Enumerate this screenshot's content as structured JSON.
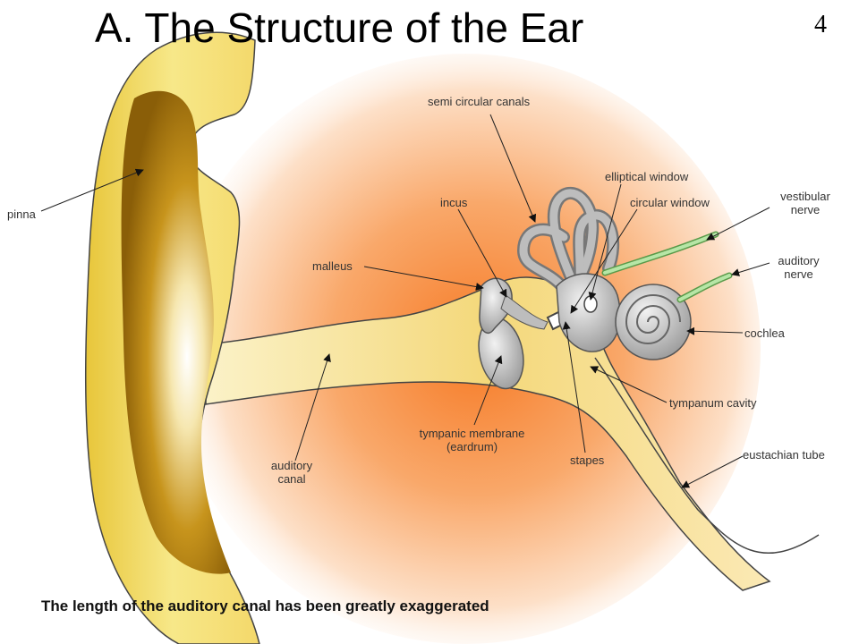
{
  "slide": {
    "title": "A.  The Structure of the Ear",
    "number": "4",
    "caption": "The length of the auditory canal has been greatly exaggerated"
  },
  "labels": {
    "pinna": "pinna",
    "semicircular_canals": "semi circular canals",
    "elliptical_window": "elliptical window",
    "incus": "incus",
    "circular_window": "circular window",
    "vestibular_nerve_1": "vestibular",
    "vestibular_nerve_2": "nerve",
    "malleus": "malleus",
    "auditory_nerve_1": "auditory",
    "auditory_nerve_2": "nerve",
    "cochlea": "cochlea",
    "tympanum_cavity": "tympanum cavity",
    "tympanic_membrane_1": "tympanic membrane",
    "tympanic_membrane_2": "(eardrum)",
    "stapes": "stapes",
    "eustachian_tube": "eustachian tube",
    "auditory_canal_1": "auditory",
    "auditory_canal_2": "canal"
  },
  "colors": {
    "background_glow": "#f7893a",
    "pinna_fill": "#f5e07a",
    "pinna_inner": "#a87a10",
    "canal_fill": "#f6dd8a",
    "bone_fill": "#c8c8c8",
    "nerve_fill": "#b6e6a6"
  }
}
